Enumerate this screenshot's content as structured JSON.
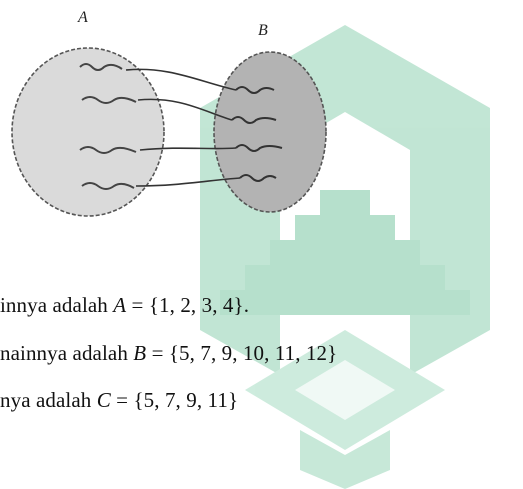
{
  "colors": {
    "watermark_green": "#bfe6d3",
    "watermark_stroke": "#2e9a6a",
    "set_a_fill": "#dcdcdc",
    "set_b_fill": "#a9a9a9",
    "ink": "#111111"
  },
  "diagram": {
    "label_a": "A",
    "label_b": "B"
  },
  "lines": {
    "line1": {
      "prefix": "innya adalah ",
      "var": "A",
      "rest": " = {1, 2, 3, 4}."
    },
    "line2": {
      "prefix": "nainnya adalah ",
      "var": "B",
      "rest": " = {5, 7, 9, 10, 11, 12}"
    },
    "line3": {
      "prefix": "nya adalah ",
      "var": "C",
      "rest": " = {5, 7, 9, 11}"
    }
  }
}
